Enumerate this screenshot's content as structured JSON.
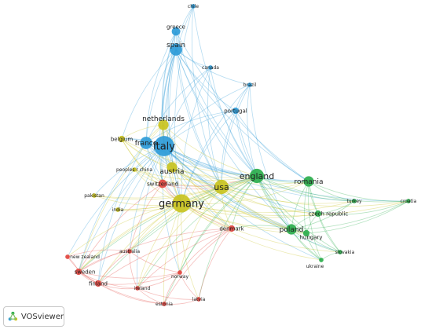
{
  "app": {
    "brand_label": "VOSviewer"
  },
  "colors": {
    "blue": "#2E9BD8",
    "green": "#2BAE4C",
    "yellow": "#C9C31F",
    "red": "#E2453F"
  },
  "network": {
    "nodes": [
      {
        "id": "chile",
        "label": "chile",
        "cluster": "blue",
        "weight": 1
      },
      {
        "id": "greece",
        "label": "greece",
        "cluster": "blue",
        "weight": 3
      },
      {
        "id": "spain",
        "label": "spain",
        "cluster": "blue",
        "weight": 5
      },
      {
        "id": "canada",
        "label": "canada",
        "cluster": "blue",
        "weight": 1
      },
      {
        "id": "brazil",
        "label": "brazil",
        "cluster": "blue",
        "weight": 1
      },
      {
        "id": "portugal",
        "label": "portugal",
        "cluster": "blue",
        "weight": 2
      },
      {
        "id": "netherlands",
        "label": "netherlands",
        "cluster": "yellow",
        "weight": 4
      },
      {
        "id": "france",
        "label": "france",
        "cluster": "blue",
        "weight": 5
      },
      {
        "id": "italy",
        "label": "italy",
        "cluster": "blue",
        "weight": 9
      },
      {
        "id": "belgium",
        "label": "belgium",
        "cluster": "yellow",
        "weight": 2
      },
      {
        "id": "austria",
        "label": "austria",
        "cluster": "yellow",
        "weight": 4
      },
      {
        "id": "peoples_r_china",
        "label": "peoples r china",
        "cluster": "yellow",
        "weight": 1
      },
      {
        "id": "switzerland",
        "label": "switzerland",
        "cluster": "red",
        "weight": 3
      },
      {
        "id": "pakistan",
        "label": "pakistan",
        "cluster": "yellow",
        "weight": 1
      },
      {
        "id": "india",
        "label": "india",
        "cluster": "yellow",
        "weight": 1
      },
      {
        "id": "germany",
        "label": "germany",
        "cluster": "yellow",
        "weight": 8
      },
      {
        "id": "usa",
        "label": "usa",
        "cluster": "yellow",
        "weight": 6
      },
      {
        "id": "england",
        "label": "england",
        "cluster": "green",
        "weight": 6
      },
      {
        "id": "romania",
        "label": "romania",
        "cluster": "green",
        "weight": 4
      },
      {
        "id": "turkey",
        "label": "turkey",
        "cluster": "green",
        "weight": 1
      },
      {
        "id": "croatia",
        "label": "croatia",
        "cluster": "green",
        "weight": 1
      },
      {
        "id": "czech_republic",
        "label": "czech republic",
        "cluster": "green",
        "weight": 2
      },
      {
        "id": "poland",
        "label": "poland",
        "cluster": "green",
        "weight": 4
      },
      {
        "id": "hungary",
        "label": "hungary",
        "cluster": "green",
        "weight": 2
      },
      {
        "id": "slovakia",
        "label": "slovakia",
        "cluster": "green",
        "weight": 1
      },
      {
        "id": "ukraine",
        "label": "ukraine",
        "cluster": "green",
        "weight": 1
      },
      {
        "id": "denmark",
        "label": "denmark",
        "cluster": "red",
        "weight": 2
      },
      {
        "id": "australia",
        "label": "australia",
        "cluster": "red",
        "weight": 1
      },
      {
        "id": "new_zealand",
        "label": "new zealand",
        "cluster": "red",
        "weight": 1
      },
      {
        "id": "sweden",
        "label": "sweden",
        "cluster": "red",
        "weight": 2
      },
      {
        "id": "finland",
        "label": "finland",
        "cluster": "red",
        "weight": 2
      },
      {
        "id": "ireland",
        "label": "ireland",
        "cluster": "red",
        "weight": 1
      },
      {
        "id": "norway",
        "label": "norway",
        "cluster": "red",
        "weight": 1
      },
      {
        "id": "estonia",
        "label": "estonia",
        "cluster": "red",
        "weight": 1
      },
      {
        "id": "latvia",
        "label": "latvia",
        "cluster": "red",
        "weight": 1
      }
    ],
    "links": [
      [
        "chile",
        "spain"
      ],
      [
        "chile",
        "italy"
      ],
      [
        "chile",
        "england"
      ],
      [
        "chile",
        "germany"
      ],
      [
        "chile",
        "usa"
      ],
      [
        "greece",
        "spain"
      ],
      [
        "greece",
        "italy"
      ],
      [
        "greece",
        "france"
      ],
      [
        "greece",
        "germany"
      ],
      [
        "greece",
        "england"
      ],
      [
        "greece",
        "usa"
      ],
      [
        "greece",
        "netherlands"
      ],
      [
        "greece",
        "romania"
      ],
      [
        "spain",
        "italy"
      ],
      [
        "spain",
        "france"
      ],
      [
        "spain",
        "portugal"
      ],
      [
        "spain",
        "germany"
      ],
      [
        "spain",
        "usa"
      ],
      [
        "spain",
        "england"
      ],
      [
        "spain",
        "netherlands"
      ],
      [
        "spain",
        "canada"
      ],
      [
        "spain",
        "brazil"
      ],
      [
        "spain",
        "romania"
      ],
      [
        "spain",
        "poland"
      ],
      [
        "spain",
        "switzerland"
      ],
      [
        "spain",
        "belgium"
      ],
      [
        "spain",
        "austria"
      ],
      [
        "canada",
        "italy"
      ],
      [
        "canada",
        "usa"
      ],
      [
        "canada",
        "germany"
      ],
      [
        "canada",
        "england"
      ],
      [
        "canada",
        "france"
      ],
      [
        "brazil",
        "italy"
      ],
      [
        "brazil",
        "portugal"
      ],
      [
        "brazil",
        "usa"
      ],
      [
        "brazil",
        "england"
      ],
      [
        "brazil",
        "poland"
      ],
      [
        "brazil",
        "germany"
      ],
      [
        "portugal",
        "italy"
      ],
      [
        "portugal",
        "france"
      ],
      [
        "portugal",
        "germany"
      ],
      [
        "portugal",
        "england"
      ],
      [
        "portugal",
        "usa"
      ],
      [
        "portugal",
        "poland"
      ],
      [
        "portugal",
        "romania"
      ],
      [
        "netherlands",
        "italy"
      ],
      [
        "netherlands",
        "germany"
      ],
      [
        "netherlands",
        "france"
      ],
      [
        "netherlands",
        "england"
      ],
      [
        "netherlands",
        "usa"
      ],
      [
        "netherlands",
        "belgium"
      ],
      [
        "netherlands",
        "austria"
      ],
      [
        "netherlands",
        "switzerland"
      ],
      [
        "netherlands",
        "denmark"
      ],
      [
        "netherlands",
        "sweden"
      ],
      [
        "france",
        "italy"
      ],
      [
        "france",
        "germany"
      ],
      [
        "france",
        "belgium"
      ],
      [
        "france",
        "switzerland"
      ],
      [
        "france",
        "england"
      ],
      [
        "france",
        "usa"
      ],
      [
        "france",
        "austria"
      ],
      [
        "france",
        "romania"
      ],
      [
        "france",
        "poland"
      ],
      [
        "france",
        "sweden"
      ],
      [
        "france",
        "finland"
      ],
      [
        "italy",
        "germany"
      ],
      [
        "italy",
        "usa"
      ],
      [
        "italy",
        "england"
      ],
      [
        "italy",
        "austria"
      ],
      [
        "italy",
        "switzerland"
      ],
      [
        "italy",
        "belgium"
      ],
      [
        "italy",
        "romania"
      ],
      [
        "italy",
        "poland"
      ],
      [
        "italy",
        "czech_republic"
      ],
      [
        "italy",
        "hungary"
      ],
      [
        "italy",
        "peoples_r_china"
      ],
      [
        "italy",
        "pakistan"
      ],
      [
        "italy",
        "india"
      ],
      [
        "italy",
        "denmark"
      ],
      [
        "italy",
        "australia"
      ],
      [
        "italy",
        "sweden"
      ],
      [
        "italy",
        "ireland"
      ],
      [
        "italy",
        "norway"
      ],
      [
        "italy",
        "croatia"
      ],
      [
        "italy",
        "turkey"
      ],
      [
        "italy",
        "slovakia"
      ],
      [
        "italy",
        "ukraine"
      ],
      [
        "italy",
        "new_zealand"
      ],
      [
        "italy",
        "finland"
      ],
      [
        "belgium",
        "germany"
      ],
      [
        "belgium",
        "austria"
      ],
      [
        "belgium",
        "switzerland"
      ],
      [
        "belgium",
        "usa"
      ],
      [
        "belgium",
        "england"
      ],
      [
        "austria",
        "germany"
      ],
      [
        "austria",
        "switzerland"
      ],
      [
        "austria",
        "usa"
      ],
      [
        "austria",
        "england"
      ],
      [
        "austria",
        "poland"
      ],
      [
        "austria",
        "romania"
      ],
      [
        "austria",
        "czech_republic"
      ],
      [
        "austria",
        "hungary"
      ],
      [
        "austria",
        "denmark"
      ],
      [
        "peoples_r_china",
        "germany"
      ],
      [
        "peoples_r_china",
        "usa"
      ],
      [
        "peoples_r_china",
        "england"
      ],
      [
        "peoples_r_china",
        "switzerland"
      ],
      [
        "switzerland",
        "germany"
      ],
      [
        "switzerland",
        "usa"
      ],
      [
        "switzerland",
        "england"
      ],
      [
        "switzerland",
        "australia"
      ],
      [
        "switzerland",
        "sweden"
      ],
      [
        "switzerland",
        "denmark"
      ],
      [
        "pakistan",
        "germany"
      ],
      [
        "pakistan",
        "england"
      ],
      [
        "pakistan",
        "usa"
      ],
      [
        "india",
        "germany"
      ],
      [
        "india",
        "usa"
      ],
      [
        "india",
        "england"
      ],
      [
        "germany",
        "usa"
      ],
      [
        "germany",
        "england"
      ],
      [
        "germany",
        "romania"
      ],
      [
        "germany",
        "poland"
      ],
      [
        "germany",
        "czech_republic"
      ],
      [
        "germany",
        "hungary"
      ],
      [
        "germany",
        "denmark"
      ],
      [
        "germany",
        "australia"
      ],
      [
        "germany",
        "sweden"
      ],
      [
        "germany",
        "finland"
      ],
      [
        "germany",
        "ireland"
      ],
      [
        "germany",
        "norway"
      ],
      [
        "germany",
        "estonia"
      ],
      [
        "germany",
        "latvia"
      ],
      [
        "germany",
        "new_zealand"
      ],
      [
        "germany",
        "slovakia"
      ],
      [
        "germany",
        "turkey"
      ],
      [
        "germany",
        "ukraine"
      ],
      [
        "germany",
        "croatia"
      ],
      [
        "usa",
        "england"
      ],
      [
        "usa",
        "romania"
      ],
      [
        "usa",
        "poland"
      ],
      [
        "usa",
        "czech_republic"
      ],
      [
        "usa",
        "hungary"
      ],
      [
        "usa",
        "denmark"
      ],
      [
        "usa",
        "australia"
      ],
      [
        "usa",
        "sweden"
      ],
      [
        "usa",
        "ireland"
      ],
      [
        "usa",
        "norway"
      ],
      [
        "usa",
        "turkey"
      ],
      [
        "usa",
        "croatia"
      ],
      [
        "england",
        "romania"
      ],
      [
        "england",
        "poland"
      ],
      [
        "england",
        "czech_republic"
      ],
      [
        "england",
        "hungary"
      ],
      [
        "england",
        "turkey"
      ],
      [
        "england",
        "croatia"
      ],
      [
        "england",
        "slovakia"
      ],
      [
        "england",
        "ukraine"
      ],
      [
        "england",
        "denmark"
      ],
      [
        "england",
        "australia"
      ],
      [
        "england",
        "sweden"
      ],
      [
        "england",
        "finland"
      ],
      [
        "england",
        "ireland"
      ],
      [
        "england",
        "norway"
      ],
      [
        "england",
        "estonia"
      ],
      [
        "england",
        "latvia"
      ],
      [
        "romania",
        "poland"
      ],
      [
        "romania",
        "czech_republic"
      ],
      [
        "romania",
        "hungary"
      ],
      [
        "romania",
        "turkey"
      ],
      [
        "romania",
        "croatia"
      ],
      [
        "romania",
        "slovakia"
      ],
      [
        "romania",
        "ukraine"
      ],
      [
        "czech_republic",
        "poland"
      ],
      [
        "czech_republic",
        "hungary"
      ],
      [
        "czech_republic",
        "slovakia"
      ],
      [
        "czech_republic",
        "turkey"
      ],
      [
        "czech_republic",
        "croatia"
      ],
      [
        "poland",
        "hungary"
      ],
      [
        "poland",
        "slovakia"
      ],
      [
        "poland",
        "ukraine"
      ],
      [
        "poland",
        "turkey"
      ],
      [
        "poland",
        "croatia"
      ],
      [
        "poland",
        "denmark"
      ],
      [
        "hungary",
        "slovakia"
      ],
      [
        "hungary",
        "ukraine"
      ],
      [
        "hungary",
        "croatia"
      ],
      [
        "slovakia",
        "ukraine"
      ],
      [
        "denmark",
        "sweden"
      ],
      [
        "denmark",
        "finland"
      ],
      [
        "denmark",
        "norway"
      ],
      [
        "denmark",
        "estonia"
      ],
      [
        "denmark",
        "latvia"
      ],
      [
        "denmark",
        "ireland"
      ],
      [
        "australia",
        "new_zealand"
      ],
      [
        "australia",
        "sweden"
      ],
      [
        "australia",
        "finland"
      ],
      [
        "australia",
        "ireland"
      ],
      [
        "australia",
        "norway"
      ],
      [
        "sweden",
        "finland"
      ],
      [
        "sweden",
        "new_zealand"
      ],
      [
        "sweden",
        "ireland"
      ],
      [
        "sweden",
        "norway"
      ],
      [
        "sweden",
        "estonia"
      ],
      [
        "finland",
        "ireland"
      ],
      [
        "finland",
        "estonia"
      ],
      [
        "finland",
        "norway"
      ],
      [
        "ireland",
        "norway"
      ],
      [
        "ireland",
        "latvia"
      ],
      [
        "ireland",
        "estonia"
      ],
      [
        "norway",
        "estonia"
      ],
      [
        "norway",
        "latvia"
      ],
      [
        "estonia",
        "latvia"
      ],
      [
        "new_zealand",
        "finland"
      ]
    ]
  }
}
